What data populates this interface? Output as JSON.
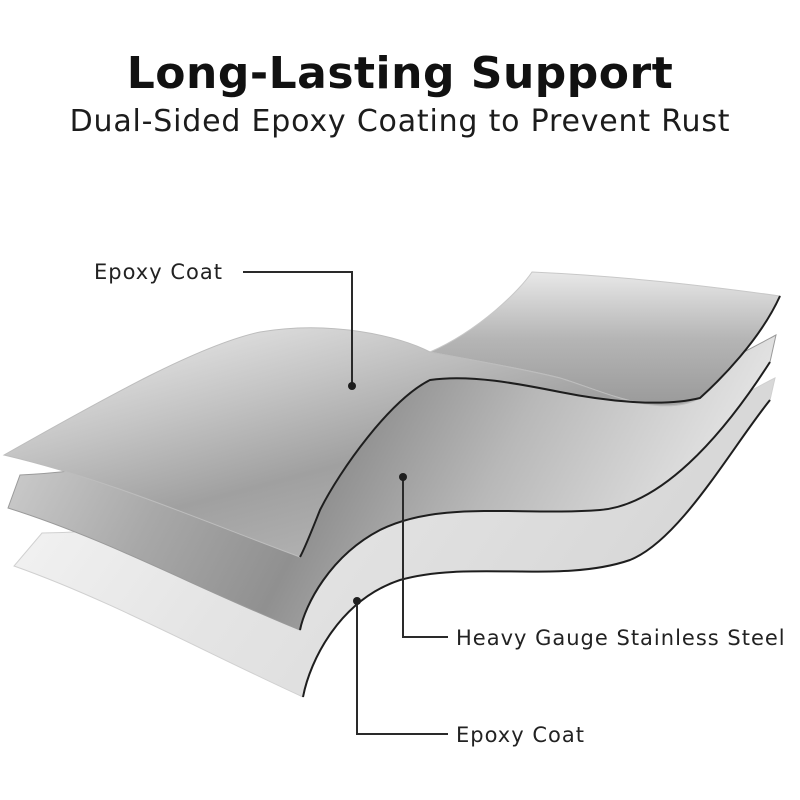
{
  "header": {
    "title": "Long-Lasting Support",
    "subtitle": "Dual-Sided Epoxy Coating to Prevent Rust"
  },
  "layers": [
    {
      "label": "Epoxy Coat",
      "layer": "top coating"
    },
    {
      "label": "Heavy Gauge Stainless Steel",
      "layer": "core"
    },
    {
      "label": "Epoxy Coat",
      "layer": "bottom coating"
    }
  ],
  "colors": {
    "text": "#1a1a1a",
    "leader_line": "#2a2a2a",
    "coat_light": "#f2f2f2",
    "coat_shade": "#a9a9a9",
    "steel_light": "#e0e0e0",
    "steel_dark": "#8c8c8c"
  }
}
